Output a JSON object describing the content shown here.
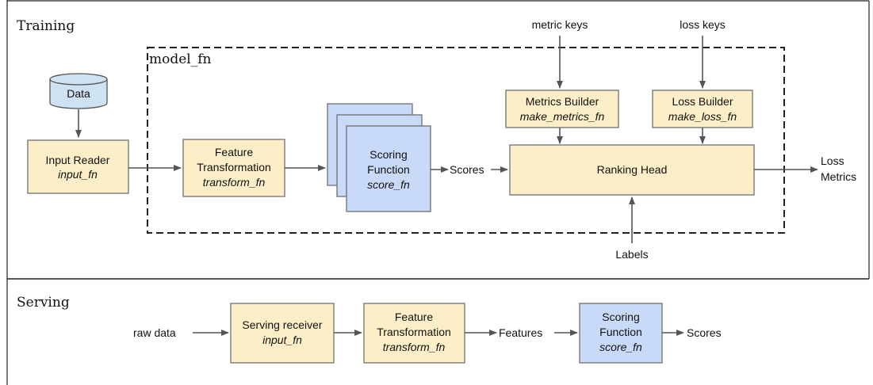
{
  "sections": {
    "training_label": "Training",
    "serving_label": "Serving",
    "model_fn_label": "model_fn"
  },
  "training": {
    "data_label": "Data",
    "input_reader": {
      "title": "Input Reader",
      "fn": "input_fn"
    },
    "feature_transformation": {
      "line1": "Feature",
      "line2": "Transformation",
      "fn": "transform_fn"
    },
    "scoring_function": {
      "line1": "Scoring",
      "line2": "Function",
      "fn": "score_fn"
    },
    "scores_label": "Scores",
    "ranking_head": "Ranking Head",
    "metrics_builder": {
      "title": "Metrics Builder",
      "fn": "make_metrics_fn"
    },
    "loss_builder": {
      "title": "Loss Builder",
      "fn": "make_loss_fn"
    },
    "metric_keys_label": "metric keys",
    "loss_keys_label": "loss keys",
    "labels_label": "Labels",
    "output_loss": "Loss",
    "output_metrics": "Metrics"
  },
  "serving": {
    "raw_data_label": "raw data",
    "serving_receiver": {
      "title": "Serving receiver",
      "fn": "input_fn"
    },
    "feature_transformation": {
      "line1": "Feature",
      "line2": "Transformation",
      "fn": "transform_fn"
    },
    "features_label": "Features",
    "scoring_function": {
      "line1": "Scoring",
      "line2": "Function",
      "fn": "score_fn"
    },
    "scores_label": "Scores"
  },
  "colors": {
    "component_fill": "#fcefc7",
    "scoring_fill": "#c9daf8",
    "stroke": "#6f6f6f"
  }
}
